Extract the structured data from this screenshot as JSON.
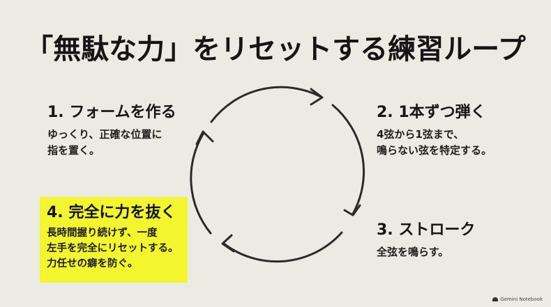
{
  "title": "「無駄な力」をリセットする練習ループ",
  "steps": [
    {
      "heading": "1. フォームを作る",
      "description": "ゆっくり、正確な位置に\n指を置く。"
    },
    {
      "heading": "2. 1本ずつ弾く",
      "description": "4弦から1弦まで、\n鳴らない弦を特定する。"
    },
    {
      "heading": "3. ストローク",
      "description": "全弦を鳴らす。"
    },
    {
      "heading": "4. 完全に力を抜く",
      "description": "長時間握り続けず、一度\n左手を完全にリセットする。\n力任せの癖を防ぐ。",
      "highlight_color": "#f3f52f"
    }
  ],
  "cycle": {
    "arrow_count": 4,
    "direction": "clockwise",
    "stroke_color": "#2a2a2a"
  },
  "brand": {
    "label": "Gemini Notebook",
    "icon": "notebook-icon"
  }
}
